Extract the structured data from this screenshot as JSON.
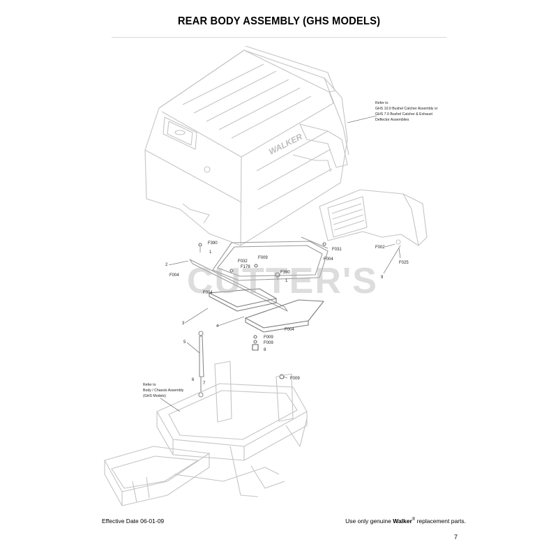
{
  "title": "REAR BODY ASSEMBLY (GHS MODELS)",
  "watermark": "CUTTER'S",
  "notes": {
    "catcher": [
      "Refer to",
      "GHS 10.0 Bushel Catcher Assembly or",
      "GHS 7.0 Bushel Catcher & Exhaust",
      "Deflector Assemblies"
    ],
    "chassis": [
      "Refer to",
      "Body / Chassis Assembly",
      "(GHS Models)"
    ]
  },
  "body_logo": "WALKER",
  "labels": {
    "F390a": "F390",
    "n1a": "1",
    "n2": "2",
    "F004a": "F004",
    "F032": "F032",
    "F178": "F178",
    "F009a": "F009",
    "F390b": "F390",
    "n1b": "1",
    "F004b": "F004",
    "F031": "F031",
    "F004c": "F004",
    "n3": "3",
    "n4": "4",
    "F004d": "F004",
    "F002": "F002",
    "F025": "F025",
    "n9": "9",
    "n5": "5",
    "F009b": "F009",
    "F009c": "F009",
    "n8": "8",
    "n6": "6",
    "n7": "7",
    "F009d": "F009"
  },
  "footer": {
    "effective_date": "Effective Date 06-01-09",
    "use_only": "Use only genuine",
    "brand": "Walker",
    "reg": "®",
    "suffix": "replacement parts.",
    "page": "7"
  }
}
